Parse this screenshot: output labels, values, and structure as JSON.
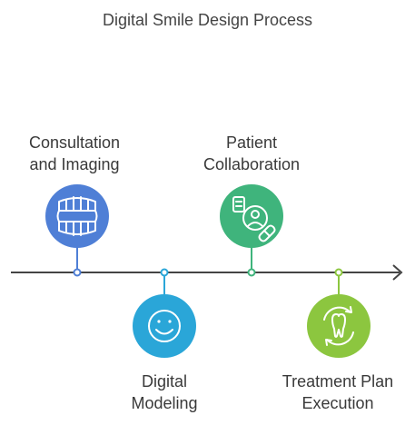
{
  "title": "Digital Smile Design Process",
  "steps": [
    {
      "label_lines": [
        "Consultation",
        "and Imaging"
      ],
      "icon": "teeth-icon",
      "color": "#4f7fd6"
    },
    {
      "label_lines": [
        "Digital",
        "Modeling"
      ],
      "icon": "smile-icon",
      "color": "#2aa6d8"
    },
    {
      "label_lines": [
        "Patient",
        "Collaboration"
      ],
      "icon": "patient-record-icon",
      "color": "#3fb47c"
    },
    {
      "label_lines": [
        "Treatment Plan",
        "Execution"
      ],
      "icon": "tooth-cycle-icon",
      "color": "#8cc63f"
    }
  ],
  "timeline_color": "#444444"
}
